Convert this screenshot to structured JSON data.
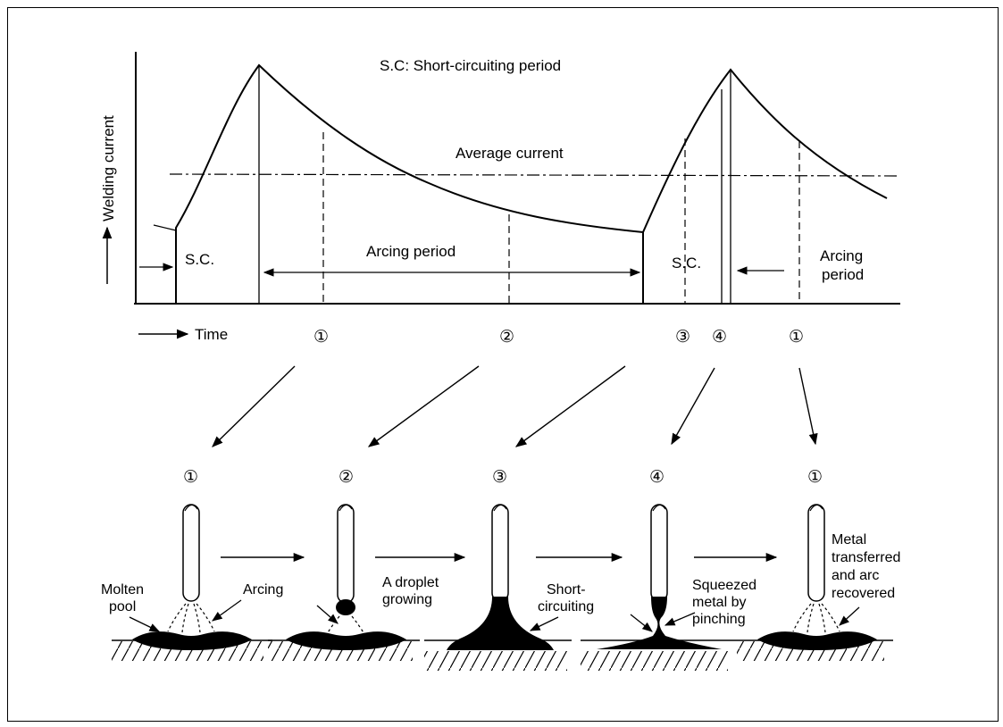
{
  "graph": {
    "y_axis_label": "Welding current",
    "x_axis_label": "Time",
    "legend_note": "S.C: Short-circuiting period",
    "average_label": "Average current",
    "arcing_label": "Arcing period",
    "sc_label_1": "S.C.",
    "sc_label_2": "S.C.",
    "arcing_label_2_line1": "Arcing",
    "arcing_label_2_line2": "period"
  },
  "time_markers": [
    "①",
    "②",
    "③",
    "④",
    "①"
  ],
  "stages": [
    {
      "marker": "①",
      "labels_left": [
        "Molten",
        "pool"
      ],
      "labels_right": [
        "Arcing"
      ]
    },
    {
      "marker": "②",
      "labels_right": [
        "A droplet",
        "growing"
      ]
    },
    {
      "marker": "③",
      "labels_right": [
        "Short-",
        "circuiting"
      ]
    },
    {
      "marker": "④",
      "labels_right": [
        "Squeezed",
        "metal by",
        "pinching"
      ]
    },
    {
      "marker": "①",
      "labels_right": [
        "Metal",
        "transferred",
        "and arc",
        "recovered"
      ]
    }
  ],
  "colors": {
    "ink": "#000000",
    "background": "#ffffff"
  }
}
